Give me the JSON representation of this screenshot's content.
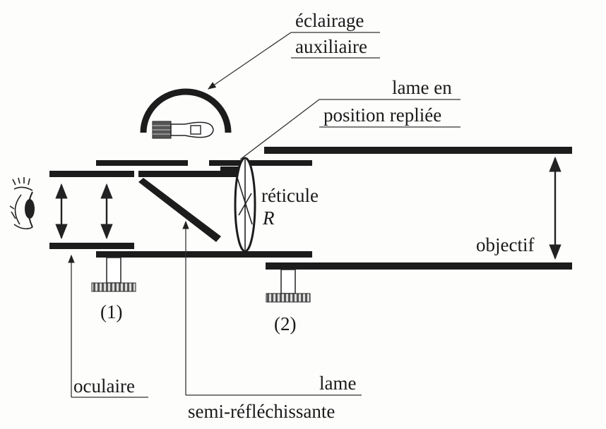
{
  "labels": {
    "eclairage_line1": "éclairage",
    "eclairage_line2": "auxiliaire",
    "lame_repliee_line1": "lame en",
    "lame_repliee_line2": "position repliée",
    "reticule": "réticule",
    "reticule_symbol": "R",
    "objectif": "objectif",
    "screw1": "(1)",
    "screw2": "(2)",
    "oculaire": "oculaire",
    "lame_semi_line1": "lame",
    "lame_semi_line2": "semi-réfléchissante"
  },
  "icons": {
    "eye": "eye-icon",
    "lamp": "lamp-icon"
  },
  "colors": {
    "ink": "#1c1c1c",
    "paper": "#fdfdfc"
  }
}
